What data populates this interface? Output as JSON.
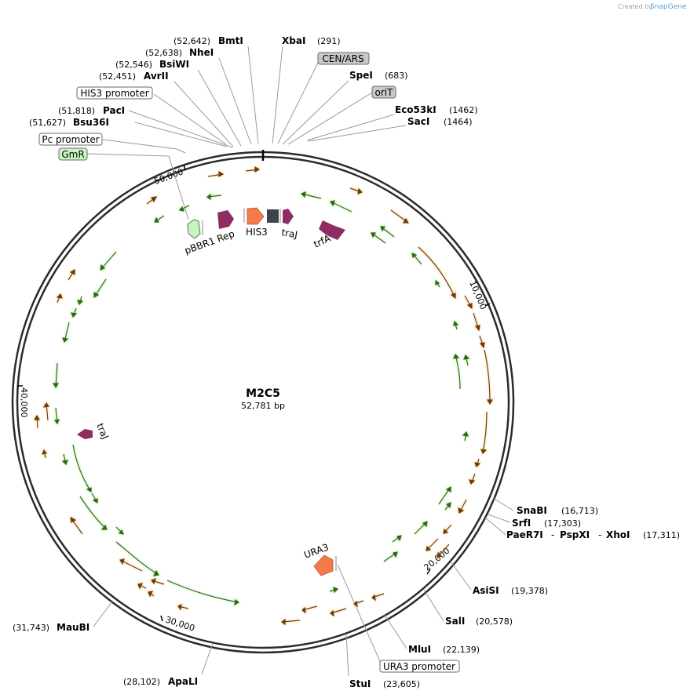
{
  "credit": {
    "prefix": "Created by",
    "brand": "SnapGene"
  },
  "plasmid": {
    "name": "M2C5",
    "size_label": "52,781 bp"
  },
  "ticks": [
    "50,000",
    "10,000",
    "20,000",
    "30,000",
    "40,000"
  ],
  "sites": [
    {
      "pos": "(52,642)",
      "name": "BmtI"
    },
    {
      "pos": "(52,638)",
      "name": "NheI"
    },
    {
      "pos": "(52,546)",
      "name": "BsiWI"
    },
    {
      "pos": "(52,451)",
      "name": "AvrII"
    },
    {
      "pos": "(51,818)",
      "name": "PacI"
    },
    {
      "pos": "(51,627)",
      "name": "Bsu36I"
    },
    {
      "pos": "(291)",
      "name": "XbaI"
    },
    {
      "pos": "(683)",
      "name": "SpeI"
    },
    {
      "pos": "(1462)",
      "name": "Eco53kI"
    },
    {
      "pos": "(1464)",
      "name": "SacI"
    },
    {
      "pos": "(16,713)",
      "name": "SnaBI"
    },
    {
      "pos": "(17,303)",
      "name": "SrfI"
    },
    {
      "pos": "(17,311)",
      "name": "PaeR7I",
      "name2": "PspXI",
      "name3": "XhoI"
    },
    {
      "pos": "(19,378)",
      "name": "AsiSI"
    },
    {
      "pos": "(20,578)",
      "name": "SalI"
    },
    {
      "pos": "(22,139)",
      "name": "MluI"
    },
    {
      "pos": "(23,605)",
      "name": "StuI"
    },
    {
      "pos": "(28,102)",
      "name": "ApaLI"
    },
    {
      "pos": "(31,743)",
      "name": "MauBI"
    }
  ],
  "boxes": [
    {
      "label": "CEN/ARS",
      "color": "#c6c8cb"
    },
    {
      "label": "oriT",
      "color": "#c6c8cb"
    },
    {
      "label": "HIS3 promoter",
      "color": "#ffffff"
    },
    {
      "label": "Pc promoter",
      "color": "#ffffff"
    },
    {
      "label": "GmR",
      "color": "#c9f5c4"
    },
    {
      "label": "URA3 promoter",
      "color": "#ffffff"
    }
  ],
  "features": {
    "pbbr1": "pBBR1 Rep",
    "his3": "HIS3",
    "traj_top": "traJ",
    "trfa": "trfA",
    "traj_left": "traJ",
    "ura3": "URA3"
  },
  "colors": {
    "orf_orange": "#e89a2e",
    "orf_green": "#3f8f1c",
    "gene_purple": "#8e2c63",
    "marker_orange": "#f47a4a",
    "origin_dark": "#3d4349",
    "pbbr_green": "#c7f5c0"
  }
}
